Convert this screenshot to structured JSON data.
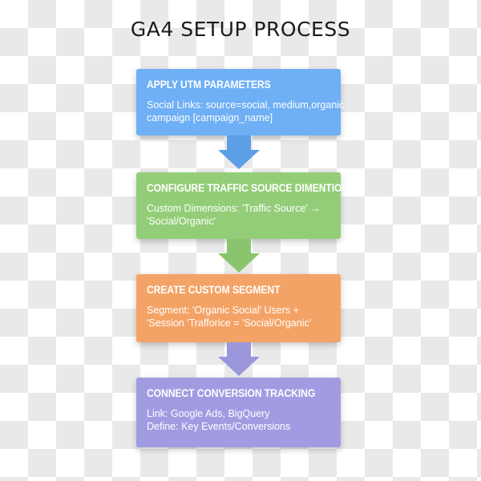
{
  "title": "GA4 SETUP PROCESS",
  "steps": [
    {
      "title": "APPLY UTM PARAMETERS",
      "lines": [
        "Social Links: source=social, medium,organic",
        "campaign [campaign_name]"
      ],
      "color": "#6eaff5",
      "arrow_color": "#5d9fe6"
    },
    {
      "title": "CONFIGURE TRAFFIC SOURCE DIMENTIONS",
      "lines": [
        "Custom Dimensions: 'Traffic Source' →",
        "'Social/Organic'"
      ],
      "color": "#93cd78",
      "arrow_color": "#8ac46d"
    },
    {
      "title": "CREATE CUSTOM SEGMENT",
      "lines": [
        "Segment: 'Organic Social' Users +",
        "'Session 'Trafforice = 'Social/Organic'"
      ],
      "color": "#f4a366",
      "arrow_color": "#9b97dd"
    },
    {
      "title": "CONNECT CONVERSION TRACKING",
      "lines": [
        "Link: Google Ads, BigQuery",
        "Define: Key Events/Conversions"
      ],
      "color": "#a19ce2"
    }
  ]
}
